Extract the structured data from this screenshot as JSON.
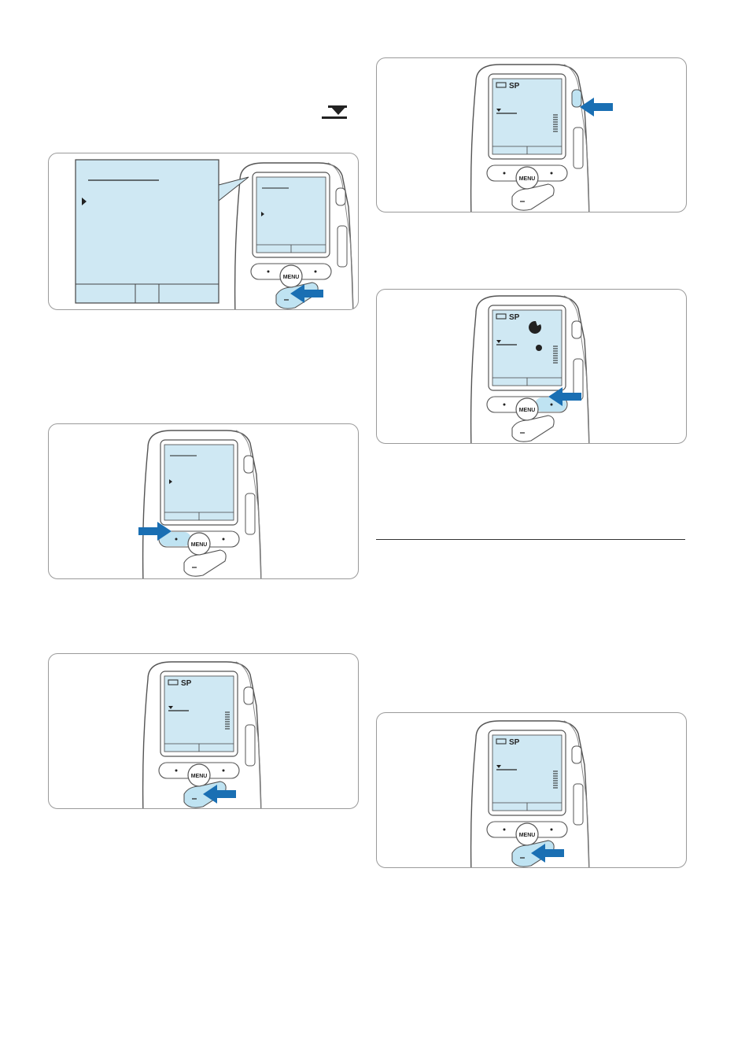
{
  "page": {
    "background": "#ffffff",
    "screen_color": "#cfe8f3",
    "highlight_color": "#bfe3f2",
    "arrow_color": "#1a6fb3",
    "device_outline": "#555555"
  },
  "icons": {
    "end_of_file_icon": "end-of-file-icon",
    "arrow": "blue-arrow-icon",
    "battery": "battery-icon",
    "record": "record-dot-icon",
    "play": "play-triangle-icon"
  },
  "figures": [
    {
      "id": "fig-1",
      "device_label": "MENU",
      "screen_label": "",
      "highlighted_control": "minus-rocker-button"
    },
    {
      "id": "fig-2",
      "device_label": "MENU",
      "screen_label": "",
      "highlighted_control": "left-function-button"
    },
    {
      "id": "fig-3",
      "device_label": "MENU",
      "screen_label": "SP",
      "highlighted_control": "minus-rocker-button"
    },
    {
      "id": "fig-4",
      "device_label": "MENU",
      "screen_label": "SP",
      "highlighted_control": "side-eol-button"
    },
    {
      "id": "fig-5",
      "device_label": "MENU",
      "screen_label": "SP",
      "highlighted_control": "right-function-button"
    },
    {
      "id": "fig-6",
      "device_label": "MENU",
      "screen_label": "SP",
      "highlighted_control": "minus-rocker-button"
    }
  ]
}
